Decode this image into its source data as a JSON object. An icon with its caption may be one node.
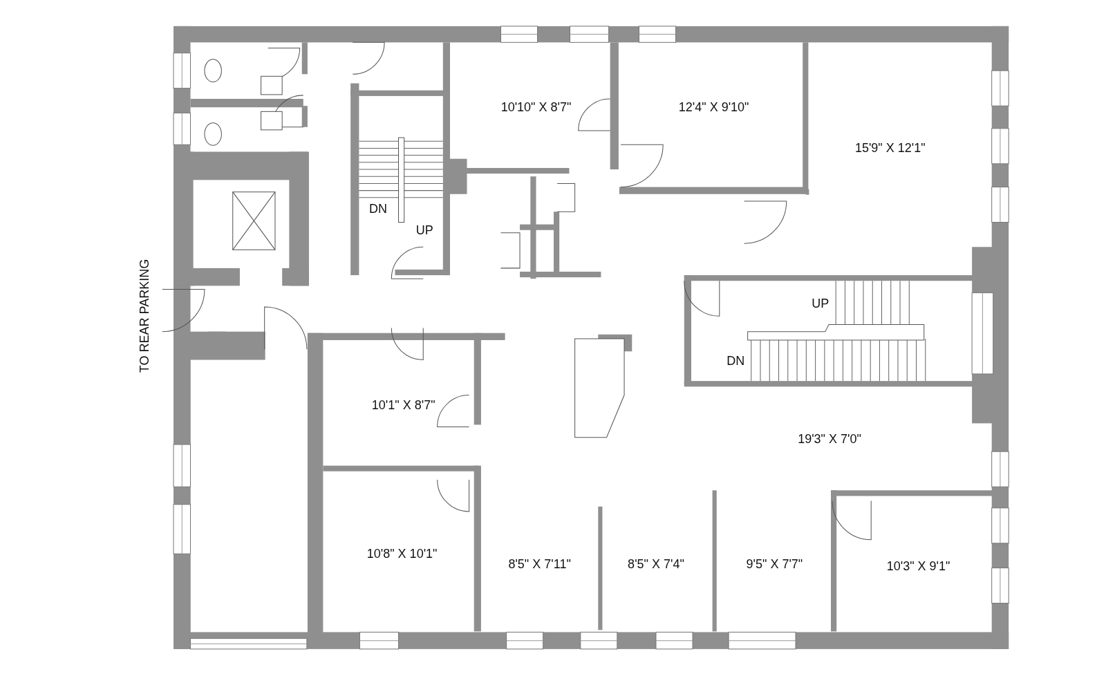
{
  "diagram": {
    "labels": [
      "10'10\" X 8'7\"",
      "12'4\" X 9'10\"",
      "15'9\" X 12'1\"",
      "DN",
      "UP",
      "TO REAR PARKING",
      "UP",
      "DN",
      "10'1\" X 8'7\"",
      "19'3\" X 7'0\"",
      "10'8\" X 10'1\"",
      "8'5\" X 7'11\"",
      "8'5\" X 7'4\"",
      "9'5\" X 7'7\"",
      "10'3\" X 9'1\""
    ]
  }
}
